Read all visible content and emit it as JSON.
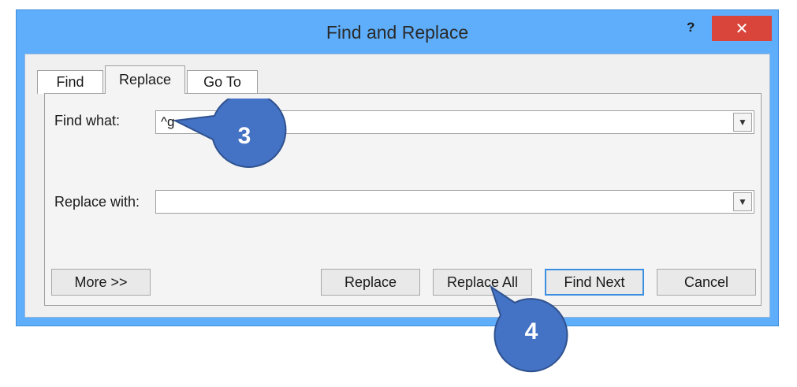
{
  "window": {
    "title": "Find and Replace",
    "help_glyph": "?",
    "close_glyph": "✕"
  },
  "tabs": [
    {
      "label": "Find",
      "active": false
    },
    {
      "label": "Replace",
      "active": true
    },
    {
      "label": "Go To",
      "active": false
    }
  ],
  "find": {
    "label": "Find what:",
    "value": "^g"
  },
  "replace": {
    "label": "Replace with:",
    "value": ""
  },
  "buttons": {
    "more": "More >>",
    "replace": "Replace",
    "replace_all": "Replace All",
    "find_next": "Find Next",
    "cancel": "Cancel"
  },
  "callouts": [
    {
      "number": "3",
      "color": "#4472c4"
    },
    {
      "number": "4",
      "color": "#4472c4"
    }
  ],
  "icons": {
    "dropdown": "chevron-down-icon",
    "close": "close-icon",
    "help": "help-icon"
  }
}
